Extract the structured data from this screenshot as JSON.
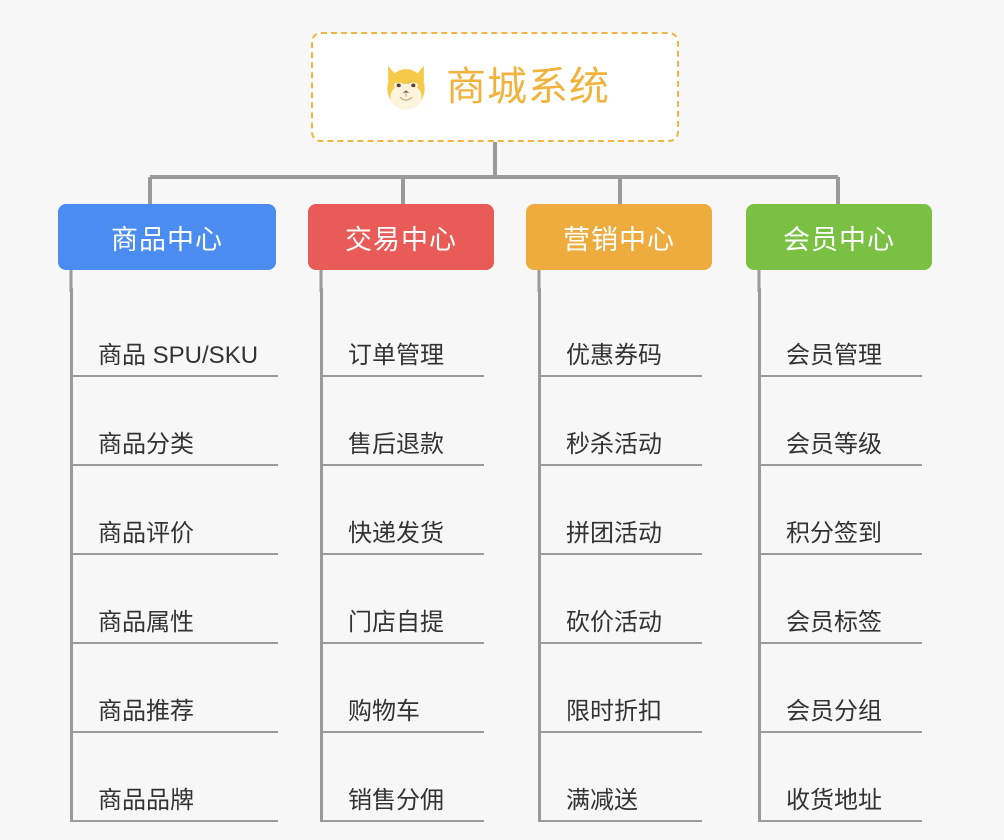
{
  "root": {
    "title": "商城系统",
    "icon": "shiba-dog-icon",
    "border_color": "#f0b545",
    "text_color": "#f2b33d",
    "background": "#ffffff"
  },
  "canvas": {
    "background": "#f7f7f7",
    "connector_color": "#9a9a9a"
  },
  "branches": [
    {
      "label": "商品中心",
      "color": "#4a8cf0",
      "items": [
        "商品 SPU/SKU",
        "商品分类",
        "商品评价",
        "商品属性",
        "商品推荐",
        "商品品牌"
      ]
    },
    {
      "label": "交易中心",
      "color": "#e85b57",
      "items": [
        "订单管理",
        "售后退款",
        "快递发货",
        "门店自提",
        "购物车",
        "销售分佣"
      ]
    },
    {
      "label": "营销中心",
      "color": "#eeab3e",
      "items": [
        "优惠券码",
        "秒杀活动",
        "拼团活动",
        "砍价活动",
        "限时折扣",
        "满减送"
      ]
    },
    {
      "label": "会员中心",
      "color": "#7ac143",
      "items": [
        "会员管理",
        "会员等级",
        "积分签到",
        "会员标签",
        "会员分组",
        "收货地址"
      ]
    }
  ]
}
